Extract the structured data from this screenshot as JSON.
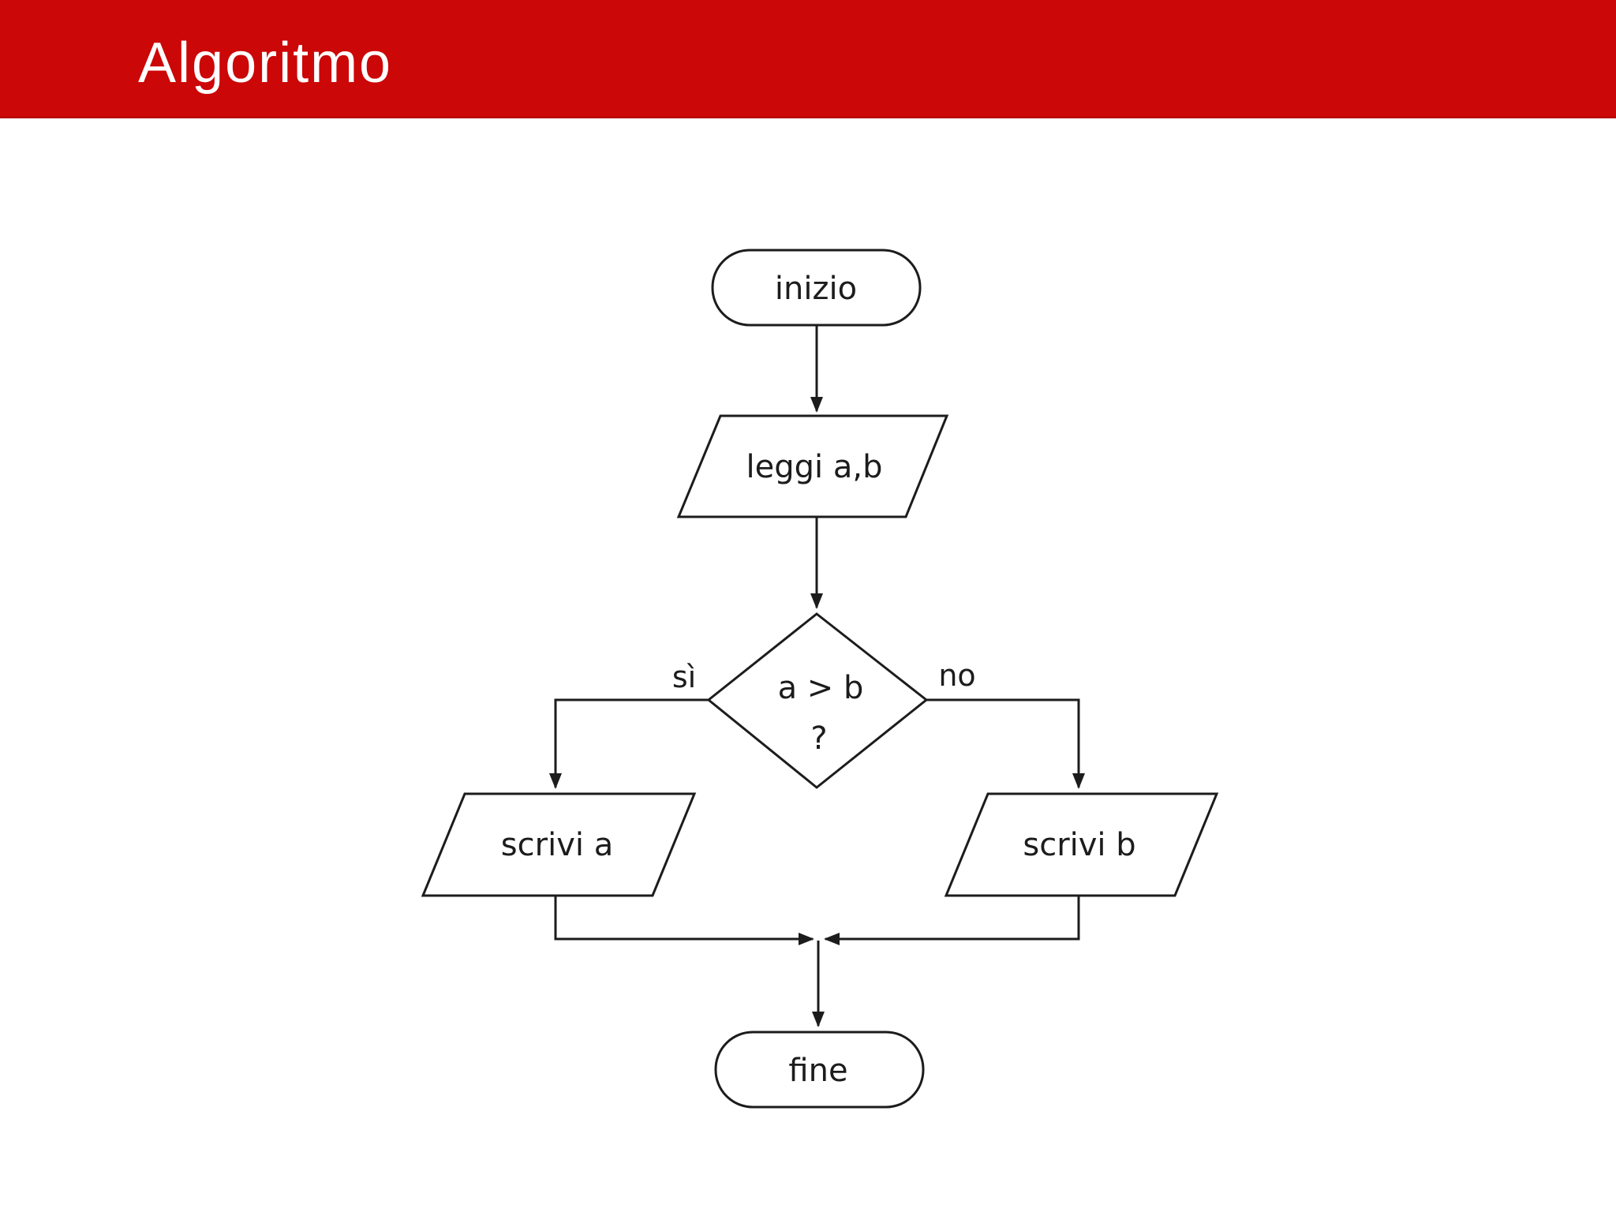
{
  "header": {
    "title": "Algoritmo",
    "bg_color": "#cc0707",
    "text_color": "#ffffff"
  },
  "flowchart": {
    "stroke_color": "#1c1c1c",
    "background_color": "#ffffff",
    "nodes": {
      "start": {
        "type": "terminator",
        "label": "inizio"
      },
      "read": {
        "type": "input-parallelogram",
        "label": "leggi a,b"
      },
      "decision": {
        "type": "diamond",
        "condition": "a > b",
        "question": "?"
      },
      "write_a": {
        "type": "output-parallelogram",
        "label": "scrivi a"
      },
      "write_b": {
        "type": "output-parallelogram",
        "label": "scrivi b"
      },
      "end": {
        "type": "terminator",
        "label": "fine"
      }
    },
    "branch_labels": {
      "yes": "sì",
      "no": "no"
    }
  }
}
